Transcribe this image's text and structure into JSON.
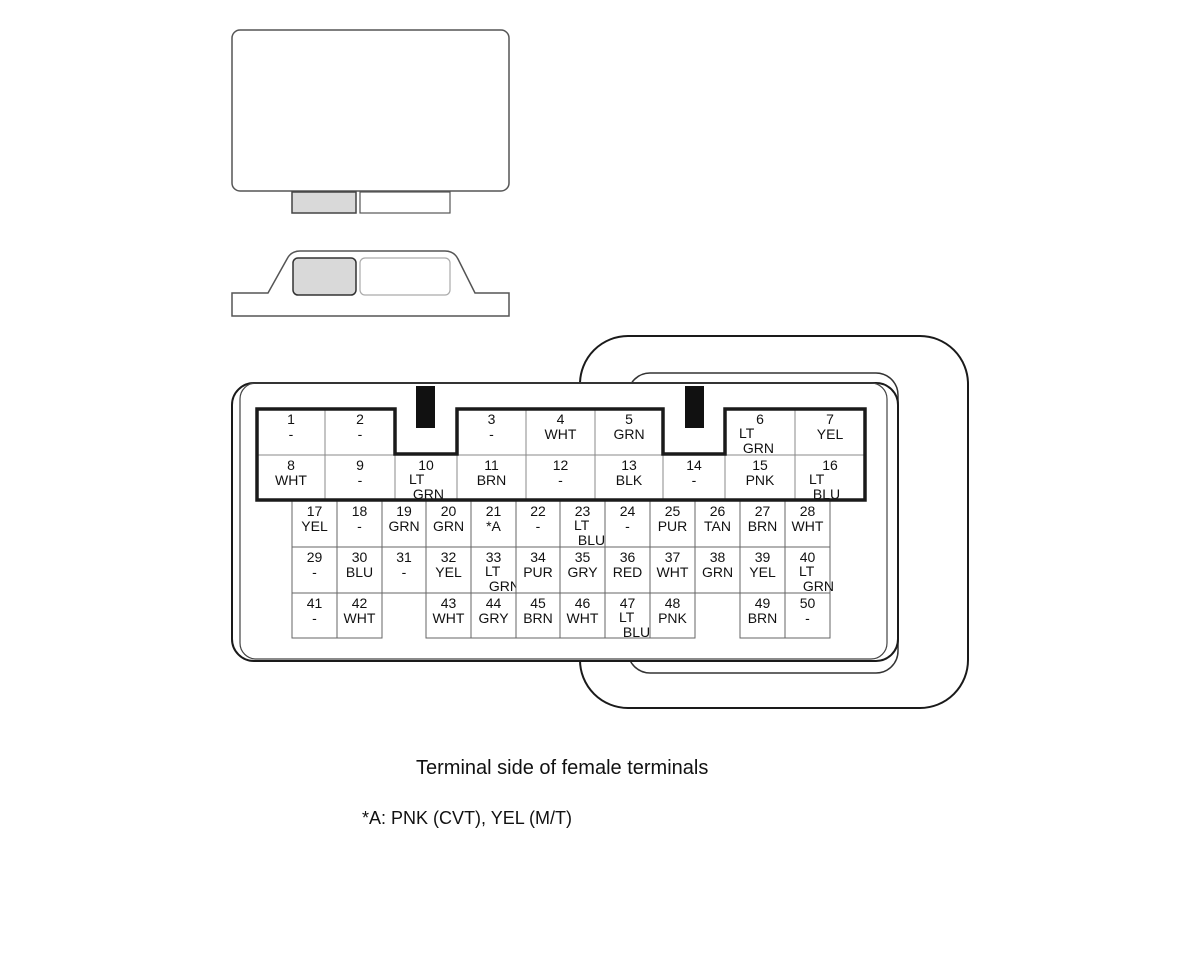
{
  "caption": "Terminal side of female terminals",
  "note": "*A: PNK (CVT), YEL (M/T)",
  "colors": {
    "stroke": "#555555",
    "housing_stroke": "#1a1a1a",
    "grid_line": "#aaaaaa",
    "highlight_fill": "#d9d9d9",
    "lock_tab": "#111111"
  },
  "terminals": [
    {
      "number": "1",
      "color": "-"
    },
    {
      "number": "2",
      "color": "-"
    },
    {
      "number": "3",
      "color": "-"
    },
    {
      "number": "4",
      "color": "WHT"
    },
    {
      "number": "5",
      "color": "GRN"
    },
    {
      "number": "6",
      "color": "LT GRN"
    },
    {
      "number": "7",
      "color": "YEL"
    },
    {
      "number": "8",
      "color": "WHT"
    },
    {
      "number": "9",
      "color": "-"
    },
    {
      "number": "10",
      "color": "LT GRN"
    },
    {
      "number": "11",
      "color": "BRN"
    },
    {
      "number": "12",
      "color": "-"
    },
    {
      "number": "13",
      "color": "BLK"
    },
    {
      "number": "14",
      "color": "-"
    },
    {
      "number": "15",
      "color": "PNK"
    },
    {
      "number": "16",
      "color": "LT BLU"
    },
    {
      "number": "17",
      "color": "YEL"
    },
    {
      "number": "18",
      "color": "-"
    },
    {
      "number": "19",
      "color": "GRN"
    },
    {
      "number": "20",
      "color": "GRN"
    },
    {
      "number": "21",
      "color": "*A"
    },
    {
      "number": "22",
      "color": "-"
    },
    {
      "number": "23",
      "color": "LT BLU"
    },
    {
      "number": "24",
      "color": "-"
    },
    {
      "number": "25",
      "color": "PUR"
    },
    {
      "number": "26",
      "color": "TAN"
    },
    {
      "number": "27",
      "color": "BRN"
    },
    {
      "number": "28",
      "color": "WHT"
    },
    {
      "number": "29",
      "color": "-"
    },
    {
      "number": "30",
      "color": "BLU"
    },
    {
      "number": "31",
      "color": "-"
    },
    {
      "number": "32",
      "color": "YEL"
    },
    {
      "number": "33",
      "color": "LT GRN"
    },
    {
      "number": "34",
      "color": "PUR"
    },
    {
      "number": "35",
      "color": "GRY"
    },
    {
      "number": "36",
      "color": "RED"
    },
    {
      "number": "37",
      "color": "WHT"
    },
    {
      "number": "38",
      "color": "GRN"
    },
    {
      "number": "39",
      "color": "YEL"
    },
    {
      "number": "40",
      "color": "LT GRN"
    },
    {
      "number": "41",
      "color": "-"
    },
    {
      "number": "42",
      "color": "WHT"
    },
    {
      "number": "43",
      "color": "WHT"
    },
    {
      "number": "44",
      "color": "GRY"
    },
    {
      "number": "45",
      "color": "BRN"
    },
    {
      "number": "46",
      "color": "WHT"
    },
    {
      "number": "47",
      "color": "LT BLU"
    },
    {
      "number": "48",
      "color": "PNK"
    },
    {
      "number": "49",
      "color": "BRN"
    },
    {
      "number": "50",
      "color": "-"
    }
  ]
}
